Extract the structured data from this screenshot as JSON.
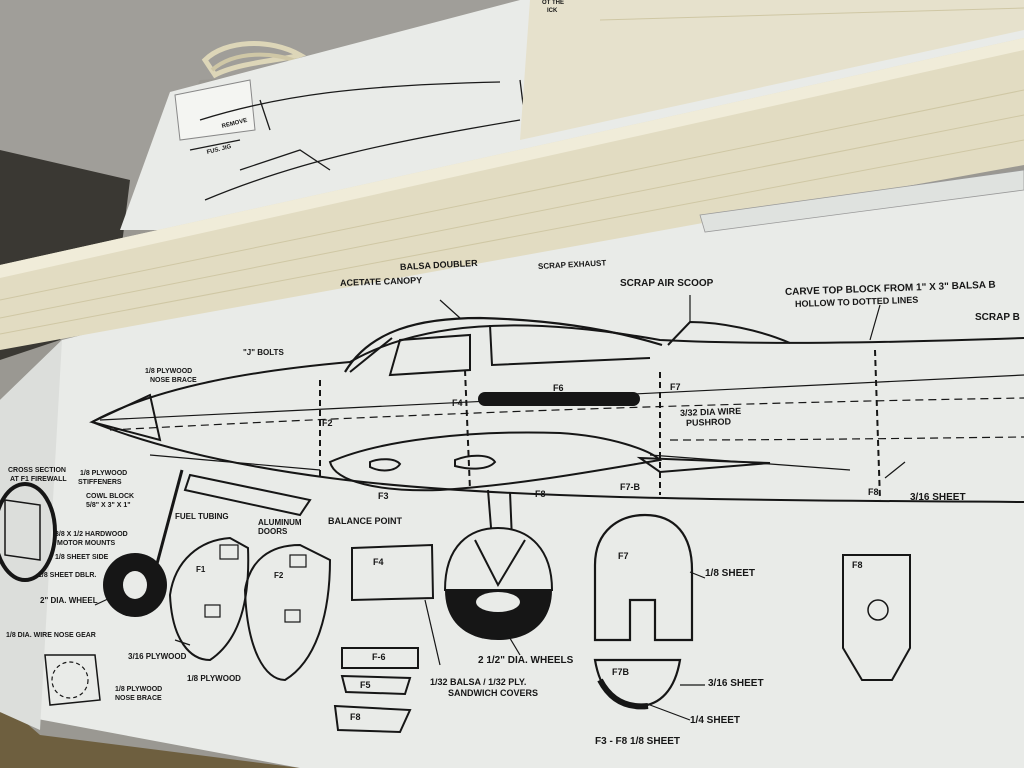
{
  "photo": {
    "colors": {
      "wall": "#9a9892",
      "paper": "#e9ebe8",
      "balsa": "#e2dcc2",
      "ink": "#161616",
      "table": "#6e5f3f"
    }
  },
  "plan_labels": {
    "acetate_canopy": "ACETATE CANOPY",
    "balsa_doubler": "BALSA DOUBLER",
    "scrap_air_scoop": "SCRAP AIR SCOOP",
    "carve_top_block_1": "CARVE TOP BLOCK FROM 1\" X 3\" BALSA B",
    "carve_top_block_2": "HOLLOW TO DOTTED LINES",
    "scrap_b": "SCRAP B",
    "plywood_nose_brace": "1/8 PLYWOOD",
    "nose_brace": "NOSE BRACE",
    "bolts": "\"J\" BOLTS",
    "cross_section_1": "CROSS SECTION",
    "cross_section_2": "AT F1 FIREWALL",
    "plywood_stiffeners_1": "1/8 PLYWOOD",
    "plywood_stiffeners_2": "STIFFENERS",
    "cowl_block_1": "COWL BLOCK",
    "cowl_block_2": "5/8\" X 3\" X 1\"",
    "hardwood_mounts_1": "3/8 X 1/2 HARDWOOD",
    "hardwood_mounts_2": "MOTOR MOUNTS",
    "sheet_side": "1/8 SHEET SIDE",
    "sheet_dblr": "1/8 SHEET DBLR.",
    "fuel_tubing": "FUEL TUBING",
    "aluminum_1": "ALUMINUM",
    "aluminum_2": "DOORS",
    "balance_point": "BALANCE POINT",
    "dia_wheel": "2\" DIA. WHEEL",
    "nose_gear": "1/8 DIA. WIRE NOSE GEAR",
    "pushrod_1": "3/32 DIA WIRE",
    "pushrod_2": "PUSHROD",
    "sheet_3_16": "3/16 SHEET",
    "sheet_1_8": "1/8 SHEET",
    "sheet_3_16_b": "3/16 SHEET",
    "sheet_1_4": "1/4 SHEET",
    "f3_f8_sheet": "F3 - F8 1/8 SHEET",
    "plywood_3_16": "3/16 PLYWOOD",
    "plywood_1_8": "1/8 PLYWOOD",
    "plywood_brace_1": "1/8 PLYWOOD",
    "plywood_brace_2": "NOSE BRACE",
    "dia_wheels": "2 1/2\" DIA. WHEELS",
    "sandwich_1": "1/32 BALSA / 1/32 PLY.",
    "sandwich_2": "SANDWICH COVERS",
    "scrap_exhaust": "SCRAP EXHAUST",
    "remove": "REMOVE",
    "fus_jig": "FUS. JIG",
    "of_the_1": "OT THE",
    "of_the_2": "ICK"
  },
  "parts": {
    "f1": "F1",
    "f2": "F2",
    "f2_side": "F2",
    "f3": "F3",
    "f4": "F4",
    "f4_side": "F4",
    "f5": "F5",
    "f6": "F6",
    "f6_side": "F-6",
    "f7": "F7",
    "f7b": "F7-B",
    "f7_side": "F7",
    "f7b_part": "F7B",
    "f8": "F8",
    "f8_side": "F8",
    "f8_part": "F8",
    "f8_label": "F8"
  }
}
